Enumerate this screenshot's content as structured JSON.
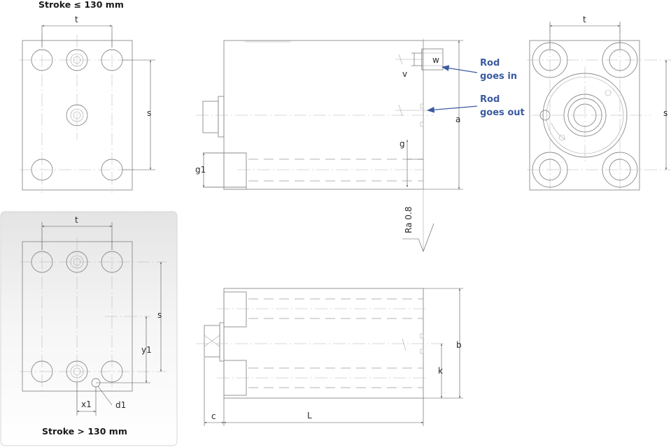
{
  "headers": {
    "stroke_small": "Stroke ≤ 130 mm",
    "stroke_large": "Stroke > 130 mm"
  },
  "labels": {
    "t": "t",
    "s": "s",
    "y1": "y1",
    "x1": "x1",
    "d1": "d1",
    "v": "v",
    "w": "w",
    "a": "a",
    "g": "g",
    "g1": "g1",
    "roughness": "Ra 0.8",
    "b": "b",
    "k": "k",
    "c": "c",
    "L": "L"
  },
  "notes": {
    "rod_in_line1": "Rod",
    "rod_in_line2": "goes in",
    "rod_out_line1": "Rod",
    "rod_out_line2": "goes out"
  },
  "colors": {
    "note_blue": "#3b5aa0",
    "panel_gray": "#ececec"
  }
}
